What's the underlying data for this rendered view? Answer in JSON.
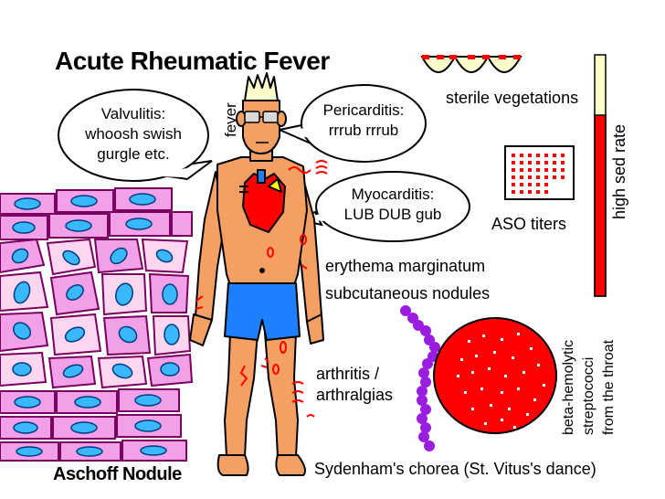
{
  "title": "Acute Rheumatic Fever",
  "labels": {
    "fever": "fever",
    "valvulitis": [
      "Valvulitis:",
      "whoosh swish",
      "gurgle etc."
    ],
    "pericarditis": [
      "Pericarditis:",
      "rrrub  rrrub"
    ],
    "myocarditis": [
      "Myocarditis:",
      "LUB DUB gub"
    ],
    "sterile_vegetations": "sterile vegetations",
    "high_sed_rate": "high sed rate",
    "aso_titers": "ASO titers",
    "erythema_marginatum": "erythema marginatum",
    "subcutaneous_nodules": "subcutaneous nodules",
    "arthritis": [
      "arthritis /",
      "arthralgias"
    ],
    "aschoff_nodule": "Aschoff Nodule",
    "sydenham": "Sydenham's chorea (St. Vitus's dance)",
    "strep": [
      "beta-hemolytic",
      "streptococci",
      "from the throat"
    ]
  },
  "sed_rate_level": 0.75,
  "colors": {
    "skin": "#f4a064",
    "shorts": "#1e7fff",
    "red": "#ff0000",
    "purple": "#9a1ee0",
    "tissue_pink": "#f2a0e8",
    "nuclei": "#3ab8ff",
    "bar_yellow": "#ffffcc"
  }
}
